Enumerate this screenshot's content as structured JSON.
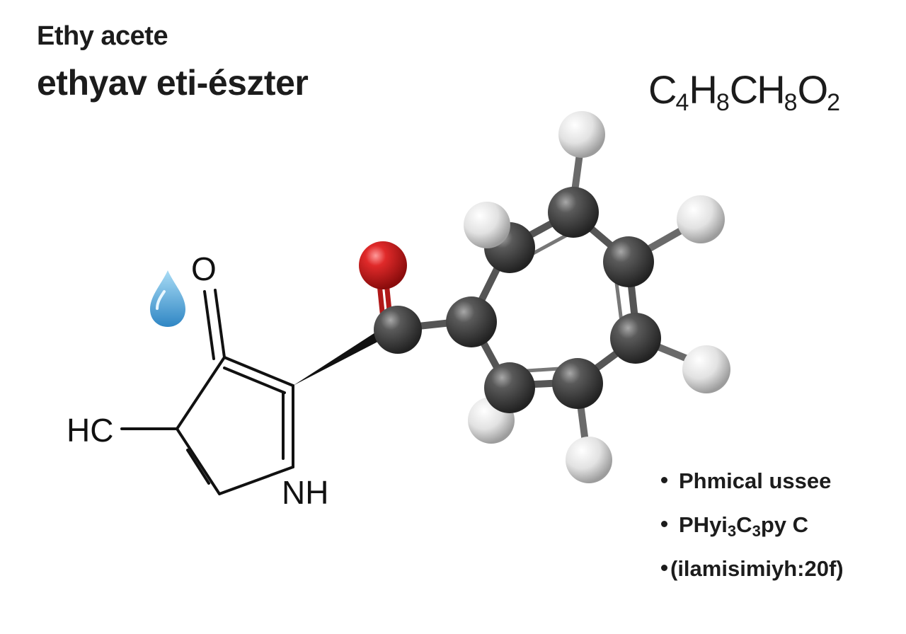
{
  "title": {
    "line1": "Ethy acete",
    "line2": "ethyav eti-észter"
  },
  "formula": {
    "parts": [
      {
        "text": "C",
        "sub": "4"
      },
      {
        "text": "H",
        "sub": "8"
      },
      {
        "text": "CH",
        "sub": "8"
      },
      {
        "text": "O",
        "sub": "2"
      }
    ]
  },
  "structure": {
    "labels": {
      "oxygen": "O",
      "methyl": "HC",
      "amine": "NH"
    }
  },
  "bullets": [
    {
      "pre": "Phmical ussee",
      "sub": "",
      "post": ""
    },
    {
      "pre": "PHyi",
      "sub": "3",
      "mid": "C",
      "sub2": "3",
      "post": "py C"
    },
    {
      "pre": "(ilamisimiyh:20f)",
      "sub": "",
      "post": ""
    }
  ],
  "colors": {
    "carbon": "#3c3c3c",
    "hydrogen": "#e4e4e4",
    "oxygen": "#d21f1f",
    "droplet": "#4aa3d8"
  },
  "icons": [
    "water-drop-icon"
  ]
}
